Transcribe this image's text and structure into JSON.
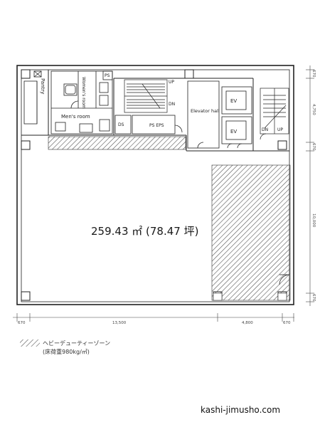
{
  "floorplan": {
    "rooms": {
      "pantry": "Pantry",
      "womens_room": "Women's room",
      "mens_room": "Men's room",
      "ps_top": "PS",
      "ds": "DS",
      "ps_eps": "PS EPS",
      "stair_up": "UP",
      "stair_dn": "DN",
      "elevator_hall": "Elevator hall",
      "ev1": "EV",
      "ev2": "EV",
      "right_stair_dn": "DN",
      "right_stair_up": "UP"
    },
    "area_text": "259.43 ㎡ (78.47 坪)"
  },
  "dimensions": {
    "bottom": [
      "670",
      "13,500",
      "4,800",
      "670"
    ],
    "right": [
      "670",
      "4,750",
      "670",
      "10,000",
      "670"
    ]
  },
  "legend": {
    "line1": "ヘビーデューティーゾーン",
    "line2": "(床荷重980kg/㎡)"
  },
  "watermark": "kashi-jimusho.com"
}
